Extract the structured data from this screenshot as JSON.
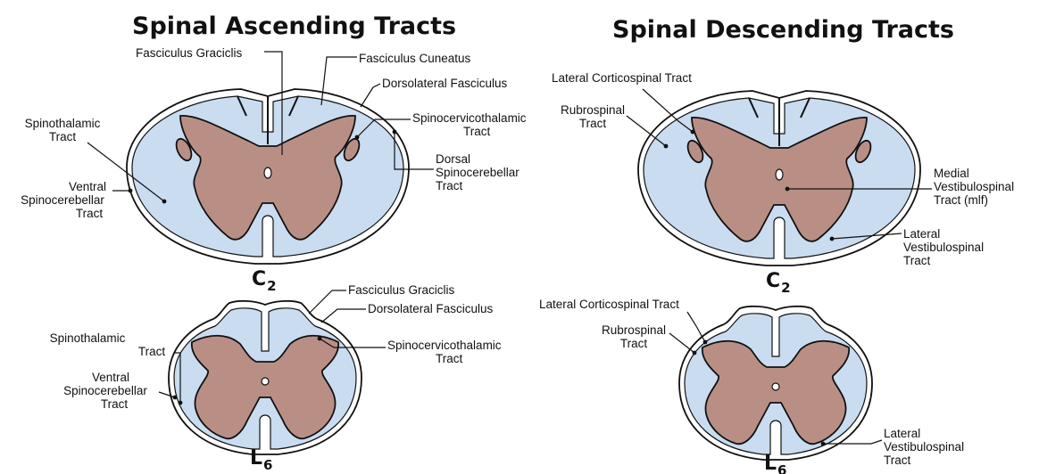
{
  "titles": {
    "ascending": "Spinal Ascending Tracts",
    "descending": "Spinal Descending Tracts"
  },
  "segments": {
    "c2_ascending": {
      "letter": "C",
      "number": "2"
    },
    "c2_descending": {
      "letter": "C",
      "number": "2"
    },
    "l6_ascending": {
      "letter": "L",
      "number": "6"
    },
    "l6_descending": {
      "letter": "L",
      "number": "6"
    }
  },
  "labels": {
    "asc_c2": {
      "fasciculus_graciclis": "Fasciculus Graciclis",
      "fasciculus_cuneatus": "Fasciculus Cuneatus",
      "dorsolateral_fasciculus": "Dorsolateral Fasciculus",
      "spinothalamic": [
        "Spinothalamic",
        "Tract"
      ],
      "spinocervicothalamic": [
        "Spinocervicothalamic",
        "Tract"
      ],
      "dorsal_spinocerebellar": [
        "Dorsal",
        "Spinocerebellar",
        "Tract"
      ],
      "ventral_spinocerebellar": [
        "Ventral",
        "Spinocerebellar",
        "Tract"
      ]
    },
    "desc_c2": {
      "lateral_corticospinal": "Lateral Corticospinal Tract",
      "rubrospinal": [
        "Rubrospinal",
        "Tract"
      ],
      "medial_vestibulospinal": [
        "Medial",
        "Vestibulospinal",
        "Tract (mlf)"
      ],
      "lateral_vestibulospinal": [
        "Lateral",
        "Vestibulospinal",
        "Tract"
      ]
    },
    "asc_l6": {
      "fasciculus_graciclis": "Fasciculus Graciclis",
      "dorsolateral_fasciculus": "Dorsolateral Fasciculus",
      "spinothalamic": [
        "Spinothalamic",
        "Tract"
      ],
      "spinocervicothalamic": [
        "Spinocervicothalamic",
        "Tract"
      ],
      "ventral_spinocerebellar": [
        "Ventral",
        "Spinocerebellar",
        "Tract"
      ]
    },
    "desc_l6": {
      "lateral_corticospinal": "Lateral Corticospinal Tract",
      "rubrospinal": [
        "Rubrospinal",
        "Tract"
      ],
      "lateral_vestibulospinal": [
        "Lateral",
        "Vestibulospinal",
        "Tract"
      ]
    }
  },
  "colors": {
    "white_matter": "#c9dcf0",
    "gray_matter": "#b98f85",
    "outline": "#111111"
  }
}
